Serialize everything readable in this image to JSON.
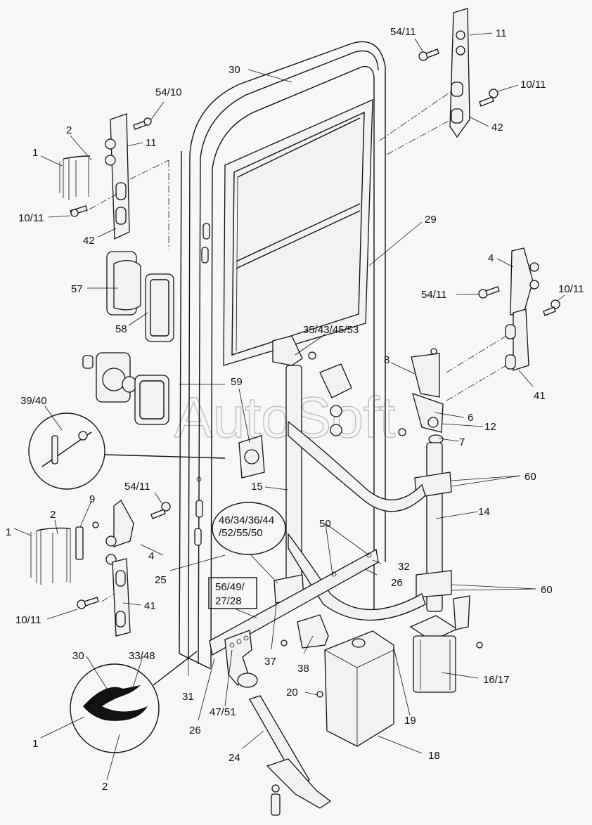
{
  "diagram": {
    "title": "Door assembly exploded view",
    "watermark": "AutoSoft",
    "background": "#f7f7f7",
    "line_color": "#111111",
    "callouts": [
      {
        "id": "c-30-top",
        "text": "30"
      },
      {
        "id": "c-54-10",
        "text": "54/10"
      },
      {
        "id": "c-2-top",
        "text": "2"
      },
      {
        "id": "c-11-left",
        "text": "11"
      },
      {
        "id": "c-1-top",
        "text": "1"
      },
      {
        "id": "c-10-11-left-top",
        "text": "10/11"
      },
      {
        "id": "c-42-left",
        "text": "42"
      },
      {
        "id": "c-54-11-top",
        "text": "54/11"
      },
      {
        "id": "c-11-right",
        "text": "11"
      },
      {
        "id": "c-10-11-right-top",
        "text": "10/11"
      },
      {
        "id": "c-42-right",
        "text": "42"
      },
      {
        "id": "c-29",
        "text": "29"
      },
      {
        "id": "c-57",
        "text": "57"
      },
      {
        "id": "c-58",
        "text": "58"
      },
      {
        "id": "c-4-right",
        "text": "4"
      },
      {
        "id": "c-54-11-right",
        "text": "54/11"
      },
      {
        "id": "c-10-11-right-mid",
        "text": "10/11"
      },
      {
        "id": "c-35-43-45-53",
        "text": "35/43/45/53"
      },
      {
        "id": "c-8",
        "text": "8"
      },
      {
        "id": "c-41-right",
        "text": "41"
      },
      {
        "id": "c-59",
        "text": "59"
      },
      {
        "id": "c-39-40",
        "text": "39/40"
      },
      {
        "id": "c-6",
        "text": "6"
      },
      {
        "id": "c-12",
        "text": "12"
      },
      {
        "id": "c-7",
        "text": "7"
      },
      {
        "id": "c-60-top",
        "text": "60"
      },
      {
        "id": "c-15",
        "text": "15"
      },
      {
        "id": "c-54-11-left",
        "text": "54/11"
      },
      {
        "id": "c-9",
        "text": "9"
      },
      {
        "id": "c-14",
        "text": "14"
      },
      {
        "id": "c-2-mid",
        "text": "2"
      },
      {
        "id": "c-1-mid",
        "text": "1"
      },
      {
        "id": "c-46-group-line1",
        "text": "46/34/36/44"
      },
      {
        "id": "c-46-group-line2",
        "text": "/52/55/50"
      },
      {
        "id": "c-50",
        "text": "50"
      },
      {
        "id": "c-4-left",
        "text": "4"
      },
      {
        "id": "c-32",
        "text": "32"
      },
      {
        "id": "c-25",
        "text": "25"
      },
      {
        "id": "c-26-mid",
        "text": "26"
      },
      {
        "id": "c-56-group-line1",
        "text": "56/49/"
      },
      {
        "id": "c-56-group-line2",
        "text": "27/28"
      },
      {
        "id": "c-60-bottom",
        "text": "60"
      },
      {
        "id": "c-41-left",
        "text": "41"
      },
      {
        "id": "c-10-11-left-bottom",
        "text": "10/11"
      },
      {
        "id": "c-37",
        "text": "37"
      },
      {
        "id": "c-38",
        "text": "38"
      },
      {
        "id": "c-16-17",
        "text": "16/17"
      },
      {
        "id": "c-30-detail",
        "text": "30"
      },
      {
        "id": "c-33-48",
        "text": "33/48"
      },
      {
        "id": "c-20",
        "text": "20"
      },
      {
        "id": "c-19",
        "text": "19"
      },
      {
        "id": "c-31",
        "text": "31"
      },
      {
        "id": "c-26-bottom",
        "text": "26"
      },
      {
        "id": "c-47-51",
        "text": "47/51"
      },
      {
        "id": "c-1-detail",
        "text": "1"
      },
      {
        "id": "c-24",
        "text": "24"
      },
      {
        "id": "c-18",
        "text": "18"
      },
      {
        "id": "c-2-detail",
        "text": "2"
      }
    ]
  }
}
